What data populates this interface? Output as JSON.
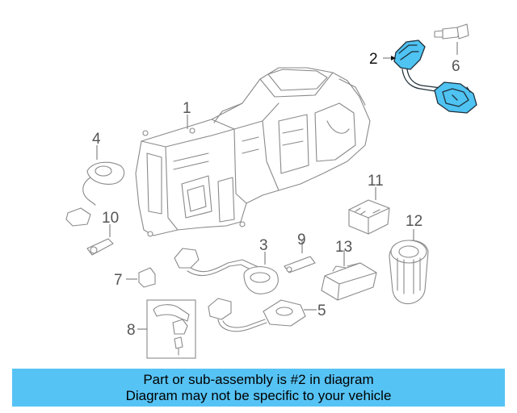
{
  "diagram": {
    "callouts": [
      "1",
      "2",
      "3",
      "4",
      "5",
      "6",
      "7",
      "8",
      "9",
      "10",
      "11",
      "12",
      "13"
    ],
    "highlighted_part": "2",
    "highlight_color": "#4fc3f2"
  },
  "banner": {
    "line1": "Part or sub-assembly is #2 in diagram",
    "line2": "Diagram may not be specific to your vehicle",
    "background": "#56c3f5"
  }
}
